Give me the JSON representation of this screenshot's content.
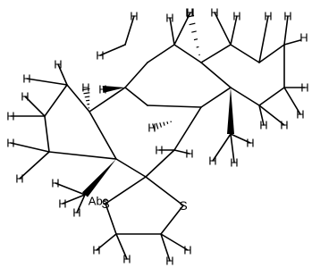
{
  "molecule": {
    "hydrogen_label": "H",
    "sulfur_label": "S",
    "stereo_label": "Abs"
  }
}
